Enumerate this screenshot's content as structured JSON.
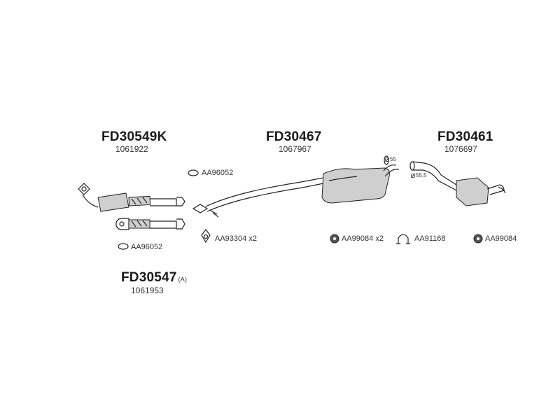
{
  "groups": [
    {
      "part": "FD30549K",
      "oem": "1061922"
    },
    {
      "part": "FD30467",
      "oem": "1067967"
    },
    {
      "part": "FD30461",
      "oem": "1076697"
    },
    {
      "part": "FD30547",
      "suffix": "(A)",
      "oem": "1061953"
    }
  ],
  "refs": {
    "gasket_top": "AA96052",
    "gasket_bottom": "AA96052",
    "hanger_mid": "AA93304 x2",
    "rubber_a": "AA99084 x2",
    "clamp": "AA91168",
    "rubber_b": "AA99084"
  },
  "dims": {
    "d55": "55",
    "d555": "55,5"
  }
}
